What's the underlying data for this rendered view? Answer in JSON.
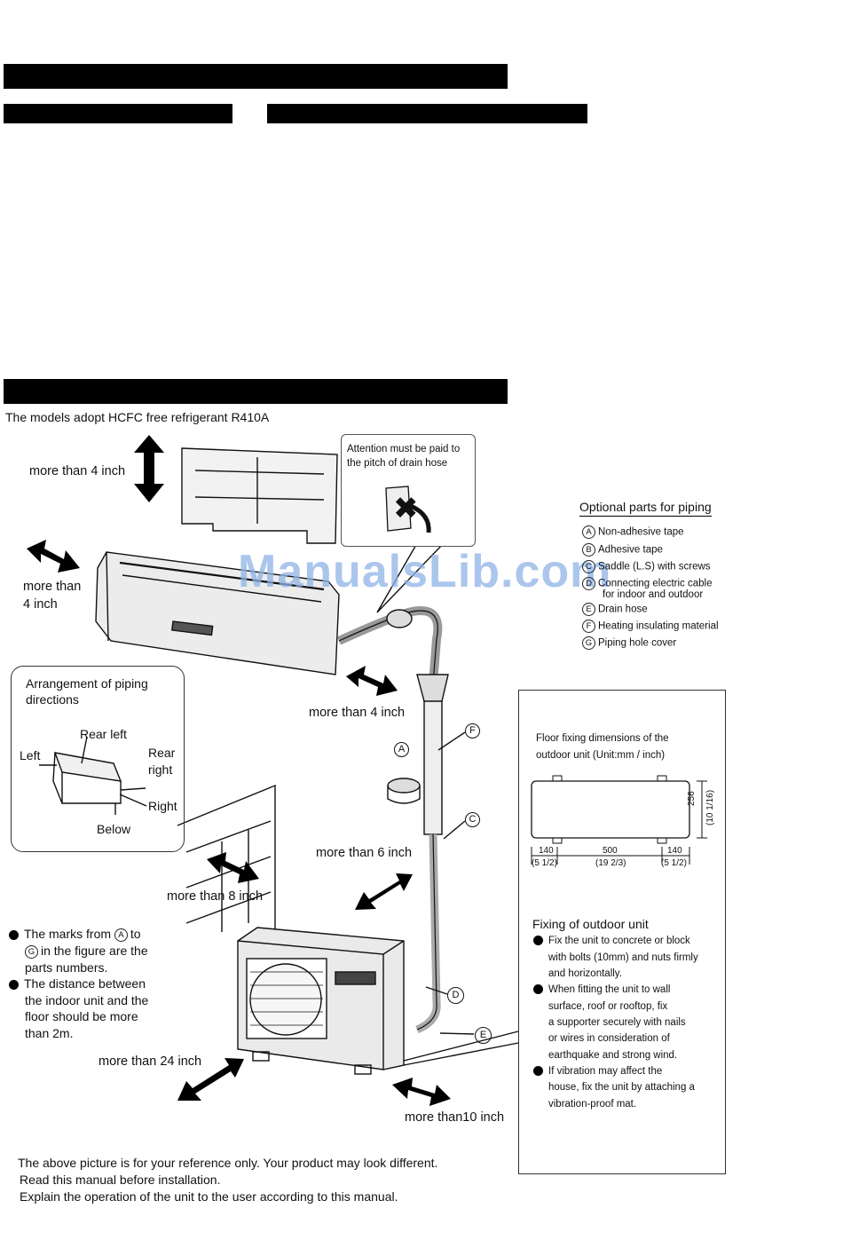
{
  "watermark": "ManualsLib.com",
  "intro": "The models adopt HCFC free refrigerant R410A",
  "callout": {
    "text_line1": "Attention must be paid to",
    "text_line2": "the pitch of drain hose"
  },
  "clearances": {
    "top": "more than 4 inch",
    "left_line1": "more than",
    "left_line2": "4 inch",
    "right_indoor": "more than 4 inch",
    "outdoor_back": "more than 6 inch",
    "outdoor_wall": "more than 8 inch",
    "outdoor_front": "more than 24 inch",
    "outdoor_right": "more than10 inch"
  },
  "optional_parts": {
    "title": "Optional parts for piping",
    "items": [
      {
        "mark": "A",
        "label": "Non-adhesive tape"
      },
      {
        "mark": "B",
        "label": "Adhesive tape"
      },
      {
        "mark": "C",
        "label": "Saddle (L.S) with screws"
      },
      {
        "mark": "D",
        "label": "Connecting electric cable"
      },
      {
        "mark": "",
        "label": "for indoor and outdoor"
      },
      {
        "mark": "E",
        "label": "Drain hose"
      },
      {
        "mark": "F",
        "label": "Heating insulating material"
      },
      {
        "mark": "G",
        "label": "Piping hole cover"
      }
    ]
  },
  "arrangement": {
    "title_line1": "Arrangement of piping",
    "title_line2": "directions",
    "rear_left": "Rear left",
    "left": "Left",
    "rear_right_line1": "Rear",
    "rear_right_line2": "right",
    "right": "Right",
    "below": "Below"
  },
  "notes": {
    "marks_line1_a": "The marks from",
    "marks_line1_mark": "A",
    "marks_line1_b": "to",
    "marks_line2_mark": "G",
    "marks_line2_b": "in the figure are the",
    "marks_line3": "parts numbers.",
    "distance_line1": "The distance between",
    "distance_line2": "the indoor unit and the",
    "distance_line3": "floor should be more",
    "distance_line4": "than 2m."
  },
  "markers": {
    "A": "A",
    "C": "C",
    "D": "D",
    "E": "E",
    "F": "F"
  },
  "floor_fixing": {
    "title_line1": "Floor fixing dimensions of the",
    "title_line2": "outdoor unit (Unit:mm / inch)",
    "dim_left": "140",
    "dim_left_in": "(5 1/2)",
    "dim_mid": "500",
    "dim_mid_in": "(19 2/3)",
    "dim_right": "140",
    "dim_right_in": "(5 1/2)",
    "dim_height": "256",
    "dim_height_in": "(10 1/16)"
  },
  "fixing_outdoor": {
    "title": "Fixing of outdoor unit",
    "b1": [
      "Fix the unit to concrete or block",
      "with bolts (10mm) and nuts firmly",
      "and horizontally."
    ],
    "b2": [
      "When fitting the unit to wall",
      "surface, roof or rooftop, fix",
      "a supporter securely with nails",
      "or wires in consideration of",
      "earthquake and strong wind."
    ],
    "b3": [
      "If vibration may affect the",
      "house, fix the unit by attaching a",
      "vibration-proof mat."
    ]
  },
  "footer": {
    "line1": "The above picture is for your reference only. Your product may look different.",
    "line2": "Read this manual before installation.",
    "line3": "Explain the operation of the unit to the user according to this manual."
  }
}
